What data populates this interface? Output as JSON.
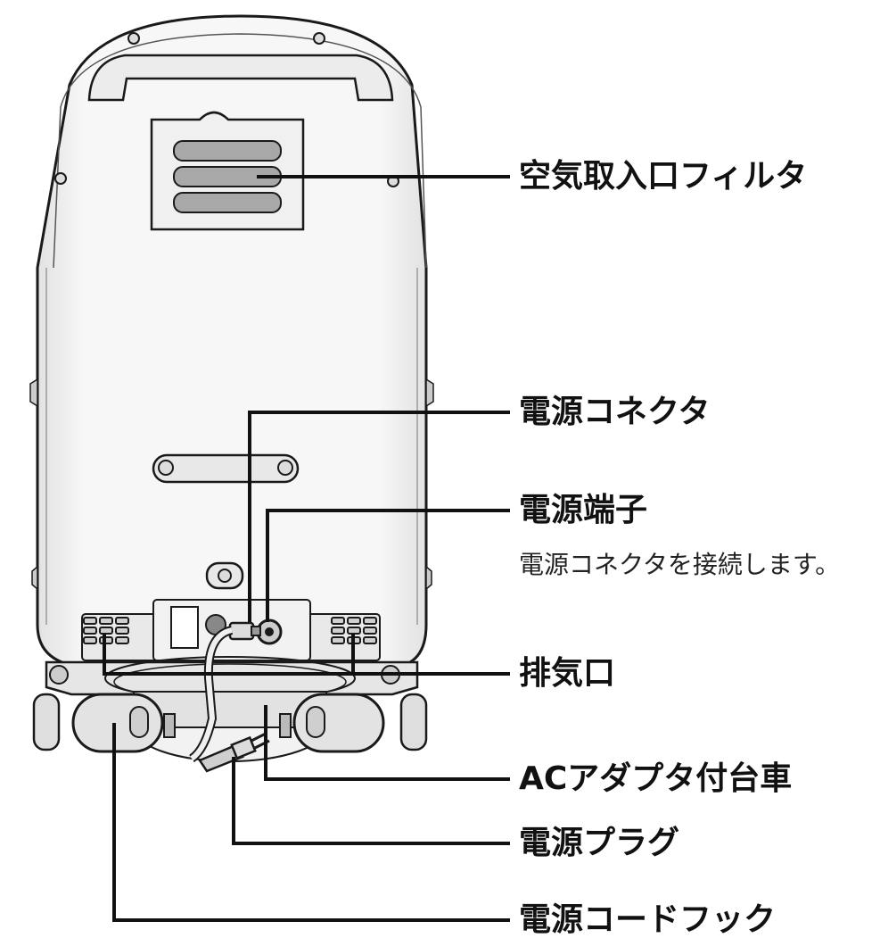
{
  "labels": {
    "air_intake_filter": "空気取入口フィルタ",
    "power_connector": "電源コネクタ",
    "power_terminal": "電源端子",
    "power_terminal_note": "電源コネクタを接続します。",
    "exhaust_port": "排気口",
    "ac_adapter_cart": "ACアダプタ付台車",
    "power_plug": "電源プラグ",
    "power_cord_hook": "電源コードフック"
  },
  "colors": {
    "line": "#111111",
    "device_body": "#f4f4f4",
    "device_outline": "#1a1a1a",
    "filter_slot": "#a8a8a8"
  }
}
